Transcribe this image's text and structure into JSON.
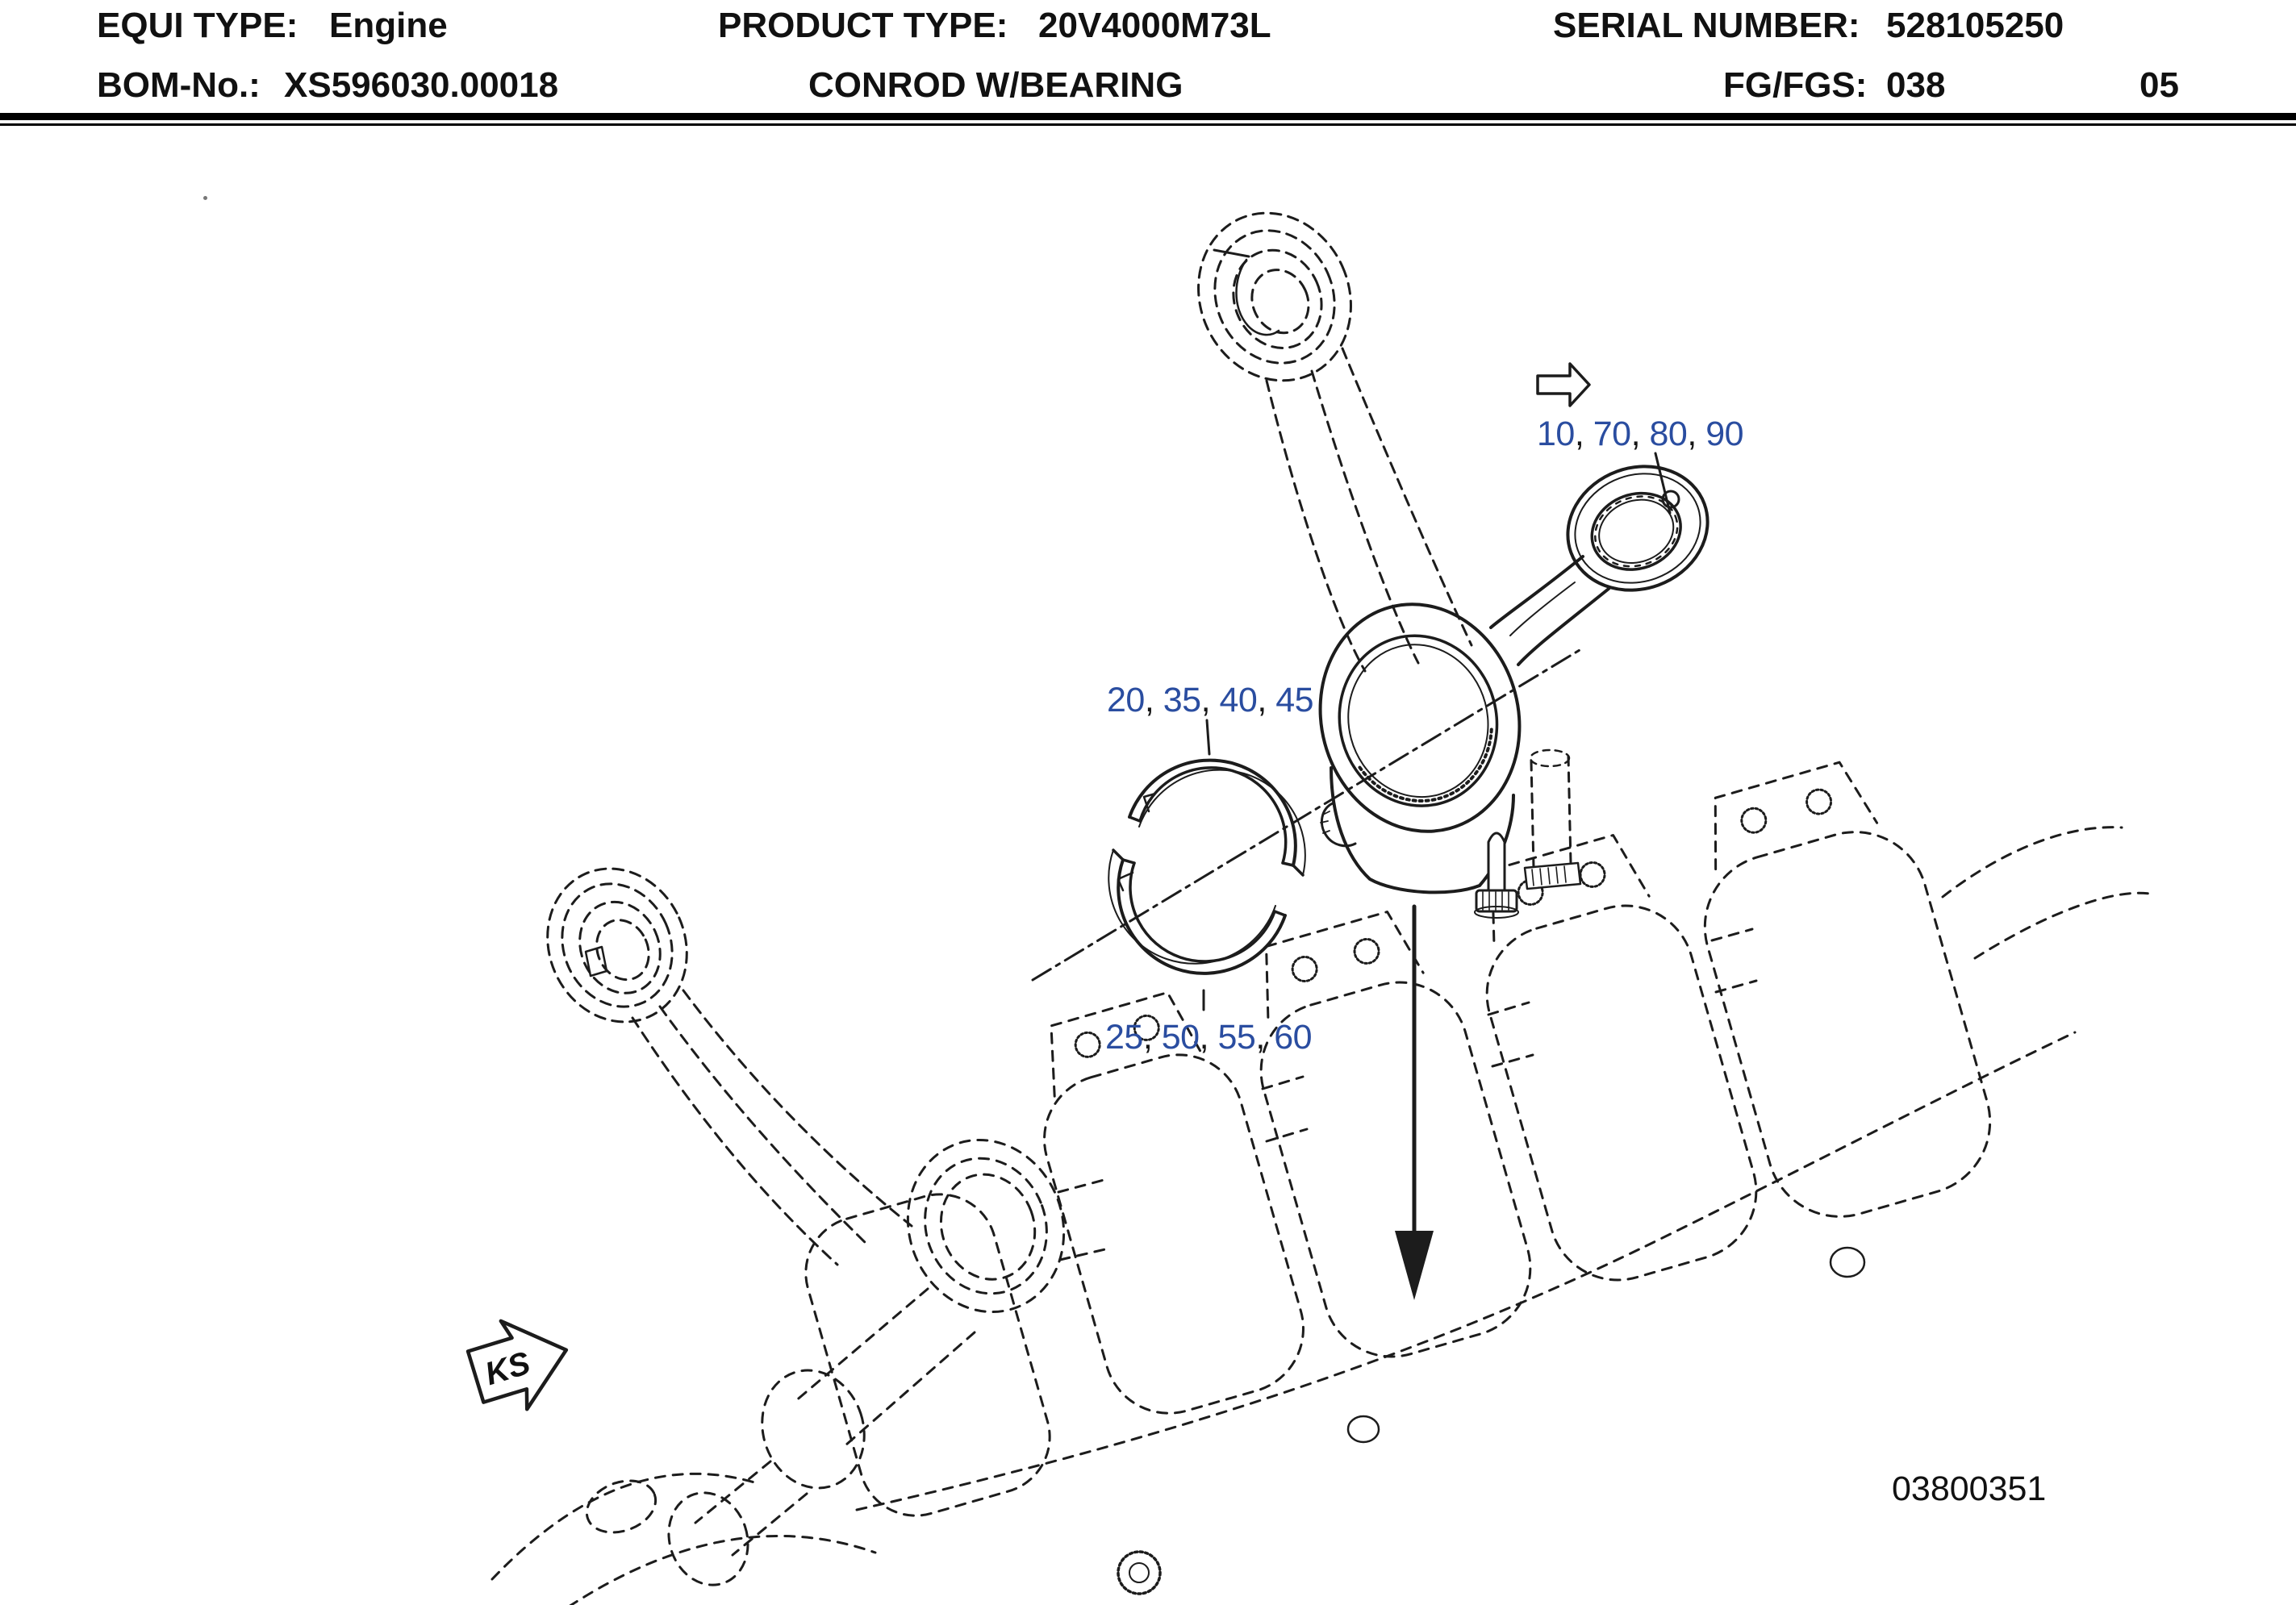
{
  "header": {
    "equi_label": "EQUI TYPE:",
    "equi_value": "Engine",
    "product_label": "PRODUCT TYPE:",
    "product_value": "20V4000M73L",
    "serial_label": "SERIAL NUMBER:",
    "serial_value": "528105250",
    "bom_label": "BOM-No.:",
    "bom_value": "XS596030.00018",
    "title": "CONROD W/BEARING",
    "fg_label": "FG/FGS:",
    "fg_value": "038",
    "page": "05"
  },
  "callouts": {
    "separator": ", ",
    "pin_group": {
      "numbers": [
        "10",
        "70",
        "80",
        "90"
      ]
    },
    "upper_bearing_group": {
      "numbers": [
        "20",
        "35",
        "40",
        "45"
      ]
    },
    "lower_bearing_group": {
      "numbers": [
        "25",
        "50",
        "55",
        "60"
      ]
    }
  },
  "diagram": {
    "ks_label": "KS",
    "drawing_number": "03800351",
    "icons": {
      "pin_group_icon": "block-arrow-right",
      "ks_icon": "block-arrow-right-tilted",
      "assembly_icon": "down-arrow"
    }
  },
  "colors": {
    "callout_blue": "#2A4DA0",
    "ink": "#1c1c1c",
    "background": "#ffffff"
  }
}
